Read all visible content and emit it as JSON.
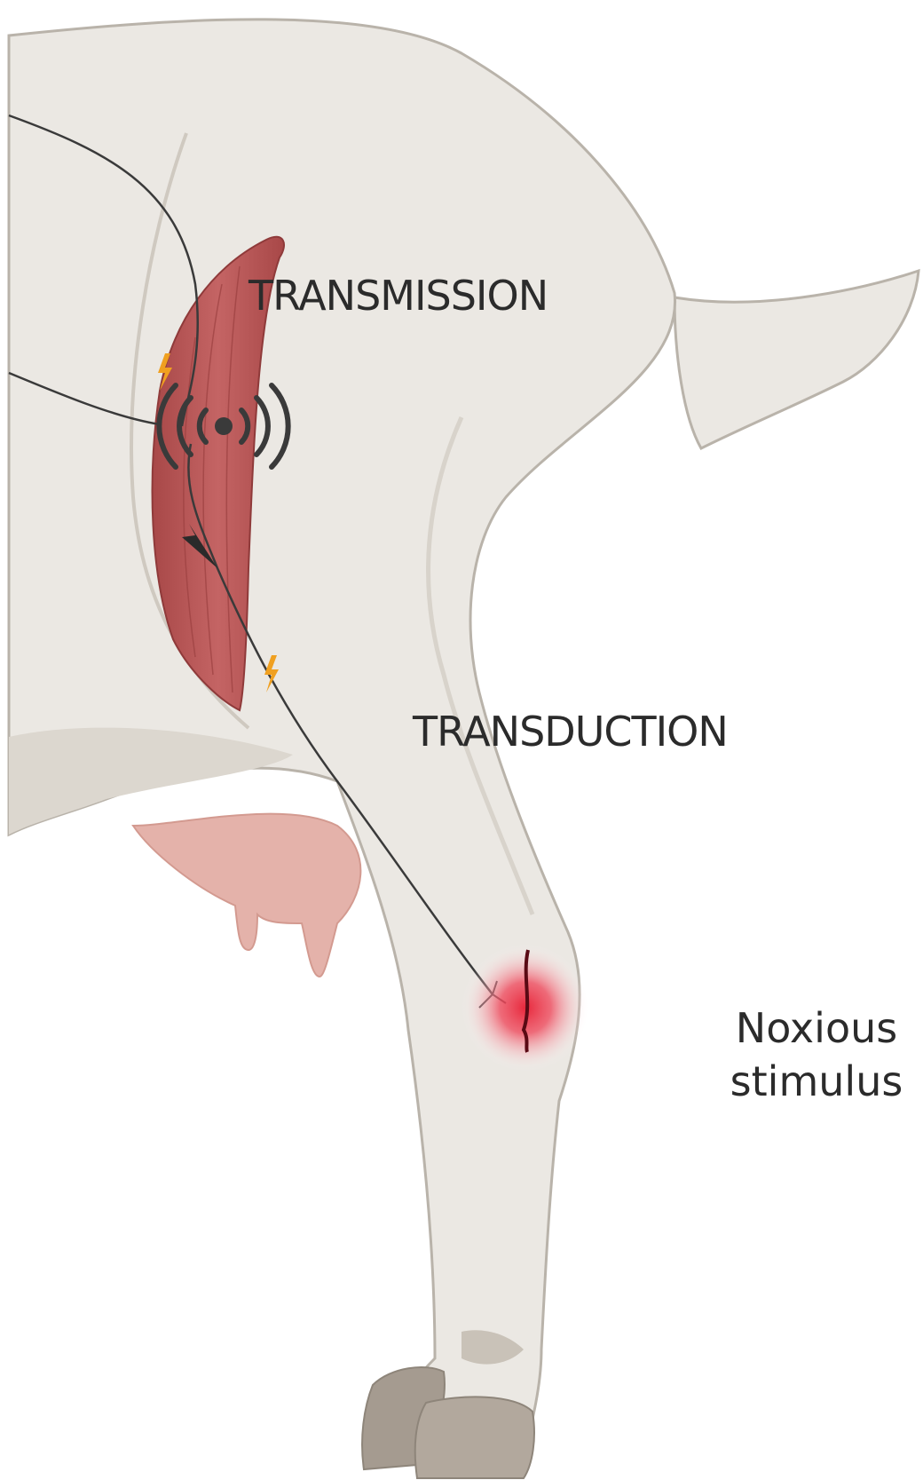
{
  "diagram": {
    "labels": {
      "transmission": "TRANSMISSION",
      "transduction": "TRANSDUCTION",
      "stimulus_line1": "Noxious",
      "stimulus_line2": "stimulus"
    },
    "colors": {
      "body_fill": "#ebe8e3",
      "body_outline": "#b9b3aa",
      "body_shadow": "#dcd7cf",
      "muscle": "#b85858",
      "muscle_dark": "#9b4040",
      "udder": "#e4b2aa",
      "hoof": "#a59b90",
      "nerve": "#3a3a3a",
      "signal": "#3a3a3a",
      "spark": "#f0a020",
      "stimulus_glow": "#e8283c"
    },
    "icons": [
      "signal-waves-icon",
      "spark-icon",
      "nerve-arrow-icon",
      "wound-glow-icon"
    ]
  }
}
